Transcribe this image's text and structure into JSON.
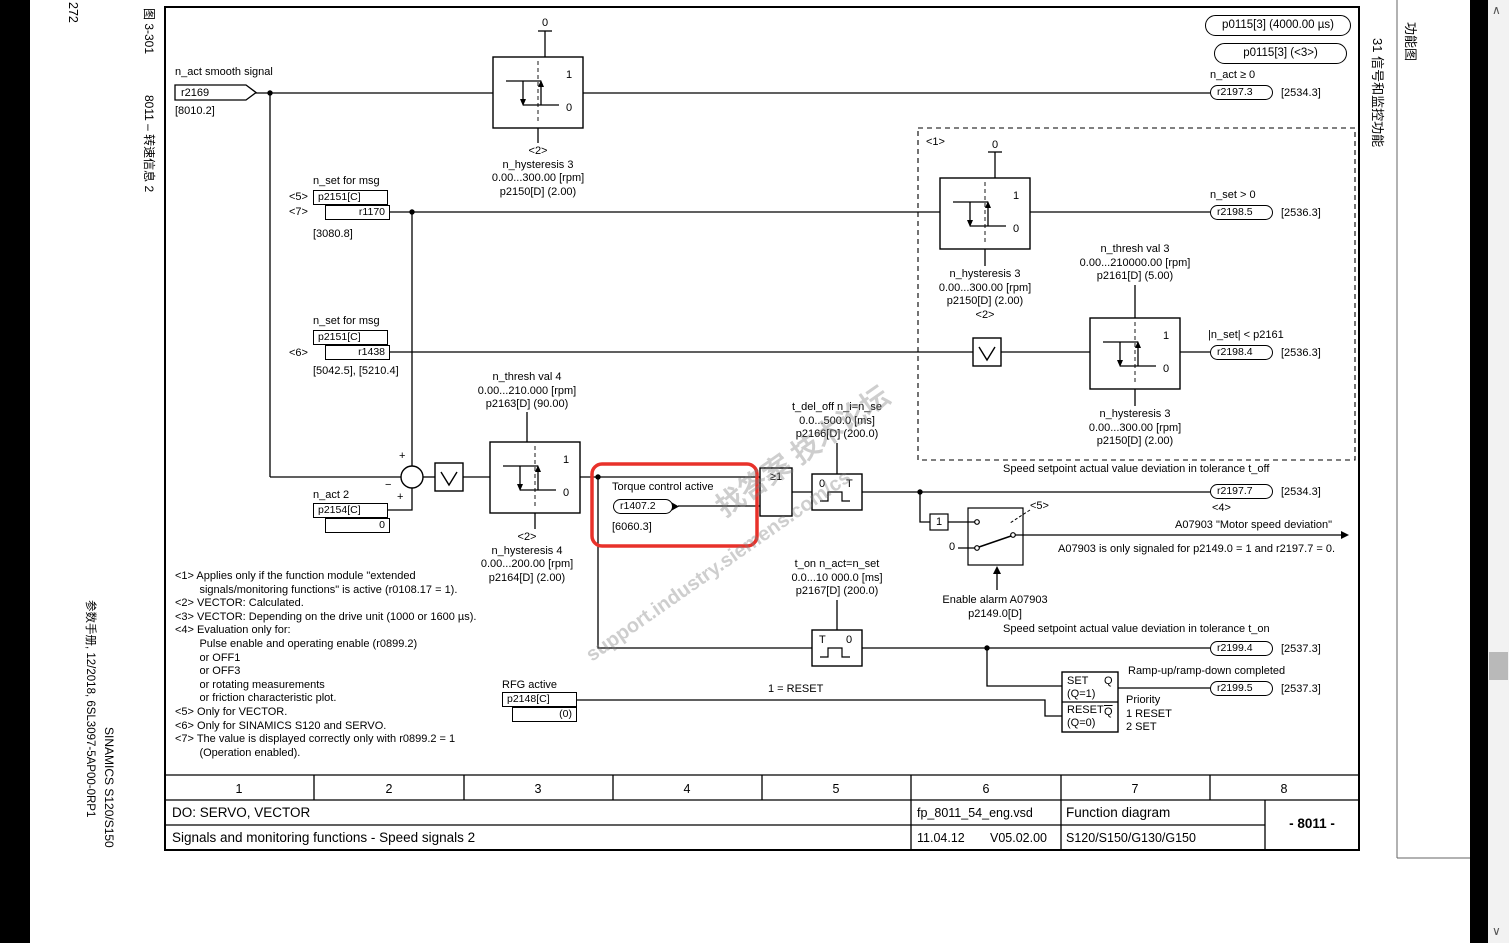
{
  "margin_left": {
    "page_number": "272",
    "figure_label": "图 3-301",
    "figure_title": "8011 – 转速信息 2",
    "manual_ref": "参数手册, 12/2018, 6SL3097-5AP00-0RP1",
    "product_line": "SINAMICS S120/S150"
  },
  "margin_right": {
    "doc_type": "功能图",
    "chapter": "31 信号和监控功能"
  },
  "scrollbar": {
    "up": "∧",
    "down": "∨"
  },
  "diagram": {
    "clock_pills": {
      "p0115_us": "p0115[3] (4000.00 µs)",
      "p0115_alt": "p0115[3] (<3>)"
    },
    "nact": {
      "label": "n_act smooth signal",
      "param": "r2169",
      "ref": "[8010.2]"
    },
    "nset1": {
      "label": "n_set for msg",
      "note5": "<5>",
      "note7": "<7>",
      "param": "p2151[C]",
      "value": "r1170",
      "ref": "[3080.8]"
    },
    "nset2": {
      "label": "n_set for msg",
      "note6": "<6>",
      "param": "p2151[C]",
      "value": "r1438",
      "ref": "[5042.5], [5210.4]"
    },
    "nact2": {
      "label": "n_act 2",
      "param": "p2154[C]",
      "value": "0"
    },
    "sum": {
      "s_top": "+",
      "s_left": "−",
      "s_bottom": "+"
    },
    "hys1": {
      "zero_top": "0",
      "one": "1",
      "zero": "0",
      "sub": "<2>\nn_hysteresis 3\n0.00...300.00 [rpm]\np2150[D] (2.00)"
    },
    "hys2": {
      "region_note": "<1>",
      "zero_top": "0",
      "one": "1",
      "zero": "0",
      "sub": "n_hysteresis 3\n0.00...300.00 [rpm]\np2150[D] (2.00)\n<2>"
    },
    "hys3": {
      "top": "n_thresh val 3\n0.00...210000.00 [rpm]\np2161[D] (5.00)",
      "one": "1",
      "zero": "0",
      "sub": "n_hysteresis 3\n0.00...300.00 [rpm]\np2150[D] (2.00)"
    },
    "hys4": {
      "top": "n_thresh val 4\n0.00...210.000 [rpm]\np2163[D] (90.00)",
      "one": "1",
      "zero": "0",
      "sub": "<2>\nn_hysteresis 4\n0.00...200.00 [rpm]\np2164[D] (2.00)"
    },
    "torque": {
      "label": "Torque control active",
      "param": "r1407.2",
      "ref": "[6060.3]"
    },
    "or_gate": "≥1",
    "timer1": {
      "l": "0",
      "r": "T",
      "top": "t_del_off n_i=n_se\n0.0...500.0 [ms]\np2166[D] (200.0)"
    },
    "timer2": {
      "l": "T",
      "r": "0",
      "top": "t_on n_act=n_set\n0.0...10 000.0 [ms]\np2167[D] (200.0)"
    },
    "switch": {
      "const1": "1",
      "const0": "0",
      "note5": "<5>",
      "enable": "Enable alarm A07903\np2149.0[D]"
    },
    "rfg": {
      "label": "RFG active",
      "param": "p2148[C]",
      "value": "(0)",
      "reset_note": "1 = RESET"
    },
    "sr": {
      "set": "SET",
      "set_q": "(Q=1)",
      "q": "Q",
      "reset": "RESET",
      "reset_q": "(Q=0)",
      "qbar": "Q",
      "priority": "Priority\n1 RESET\n2 SET"
    },
    "out_nact": {
      "cond": "n_act ≥ 0",
      "param": "r2197.3",
      "ref": "[2534.3]"
    },
    "out_nset": {
      "cond": "n_set > 0",
      "param": "r2198.5",
      "ref": "[2536.3]"
    },
    "out_nset_thresh": {
      "cond": "|n_set| < p2161",
      "param": "r2198.4",
      "ref": "[2536.3]"
    },
    "out_toff": {
      "cond": "Speed setpoint actual value deviation in tolerance t_off",
      "param": "r2197.7",
      "ref": "[2534.3]",
      "note4": "<4>"
    },
    "alarm": {
      "label": "A07903 \"Motor speed deviation\"",
      "note": "A07903 is only signaled for p2149.0 = 1 and r2197.7 = 0."
    },
    "out_ton": {
      "cond": "Speed setpoint actual value deviation in tolerance t_on",
      "param": "r2199.4",
      "ref": "[2537.3]"
    },
    "out_ramp": {
      "cond": "Ramp-up/ramp-down completed",
      "param": "r2199.5",
      "ref": "[2537.3]"
    },
    "footnotes": "<1> Applies only if the function module \"extended\n        signals/monitoring functions\" is active (r0108.17 = 1).\n<2> VECTOR: Calculated.\n<3> VECTOR: Depending on the drive unit (1000 or 1600 µs).\n<4> Evaluation only for:\n        Pulse enable and operating enable (r0899.2)\n        or OFF1\n        or OFF3\n        or rotating measurements\n        or friction characteristic plot.\n<5> Only for VECTOR.\n<6> Only for SINAMICS S120 and SERVO.\n<7> The value is displayed correctly only with r0899.2 = 1\n        (Operation enabled).",
    "watermark": {
      "line1": "找答案 技术论坛",
      "line2": "support.industry.siemens.com/cs"
    }
  },
  "title_block": {
    "columns": [
      "1",
      "2",
      "3",
      "4",
      "5",
      "6",
      "7",
      "8"
    ],
    "do_line": "DO: SERVO, VECTOR",
    "sheet_title": "Signals and monitoring functions - Speed signals 2",
    "file_name": "fp_8011_54_eng.vsd",
    "date": "11.04.12",
    "version": "V05.02.00",
    "doc_kind": "Function diagram",
    "products": "S120/S150/G130/G150",
    "sheet_number": "- 8011 -"
  }
}
